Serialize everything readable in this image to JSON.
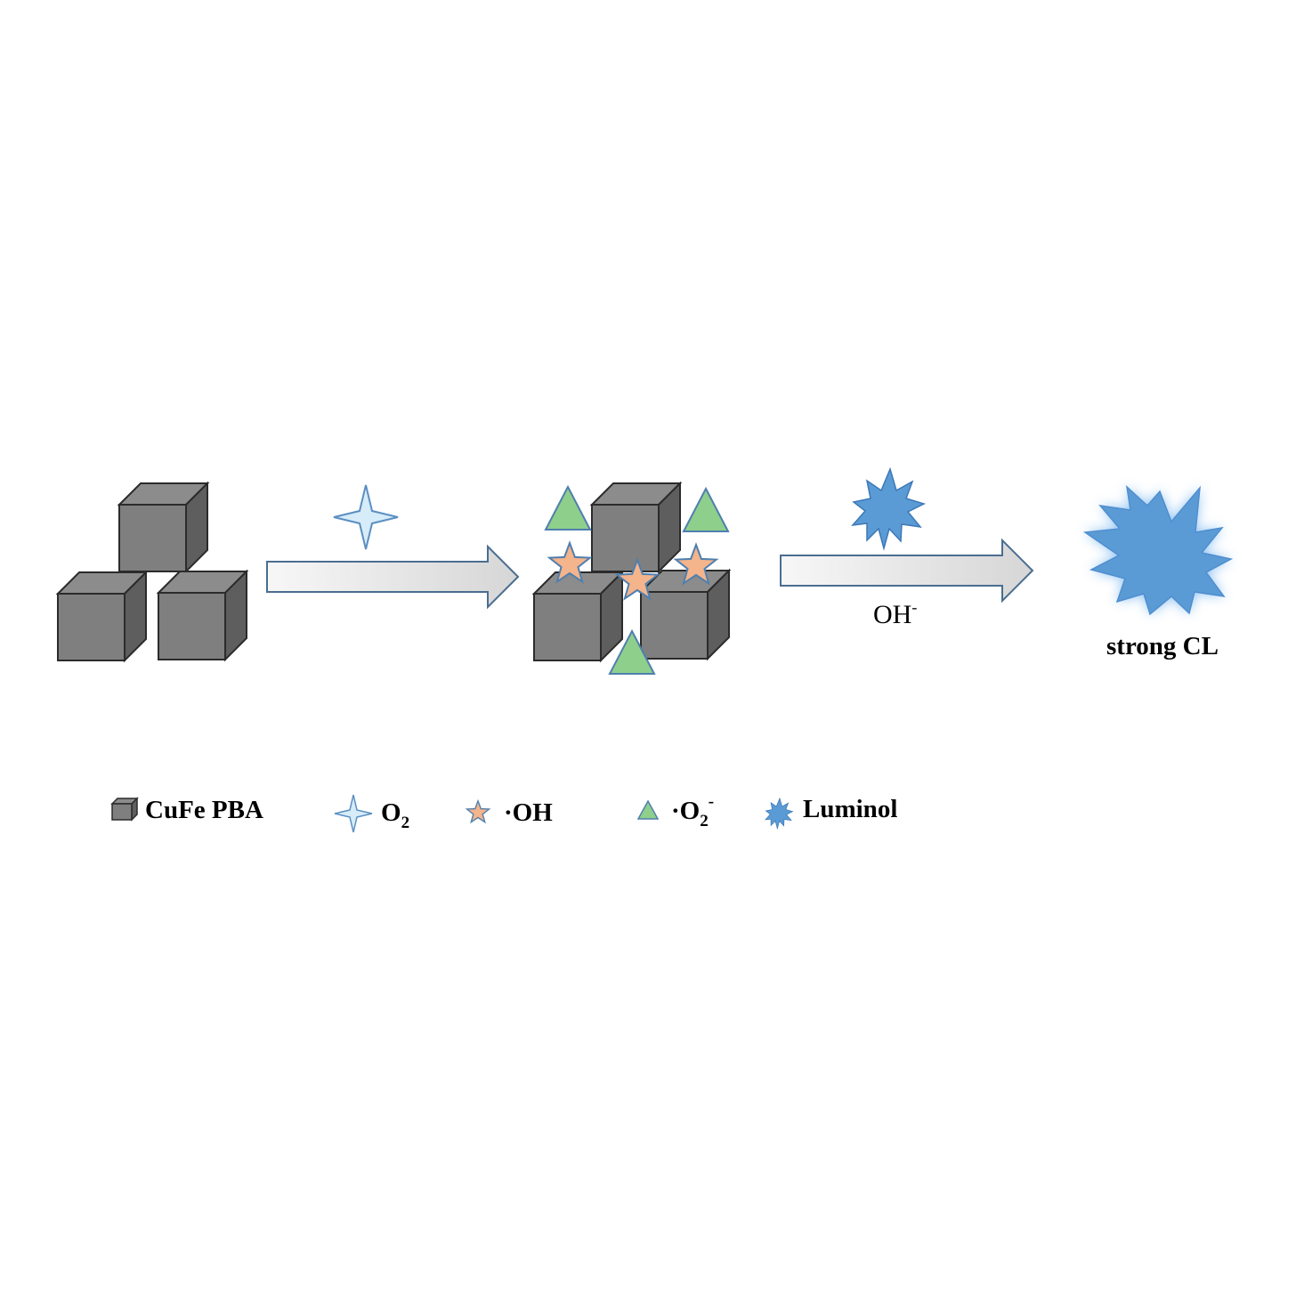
{
  "diagram": {
    "step_reagent_label": "OH",
    "step_reagent_sup": "-",
    "result_label": "strong CL"
  },
  "legend": {
    "cube": "CuFe PBA",
    "o2_main": "O",
    "o2_sub": "2",
    "oh": "·OH",
    "superoxide_main": "·O",
    "superoxide_sub": "2",
    "superoxide_sup": "-",
    "luminol": "Luminol"
  },
  "colors": {
    "cube_front": "#7f7f7f",
    "cube_top": "#8c8c8c",
    "cube_side": "#5e5e5e",
    "o2_star": "#d6ecf8",
    "hydroxyl_star": "#f4b48c",
    "superoxide_triangle": "#8fcf8c",
    "luminol_burst": "#5b9bd5",
    "arrow_outline": "#4a6e90"
  }
}
